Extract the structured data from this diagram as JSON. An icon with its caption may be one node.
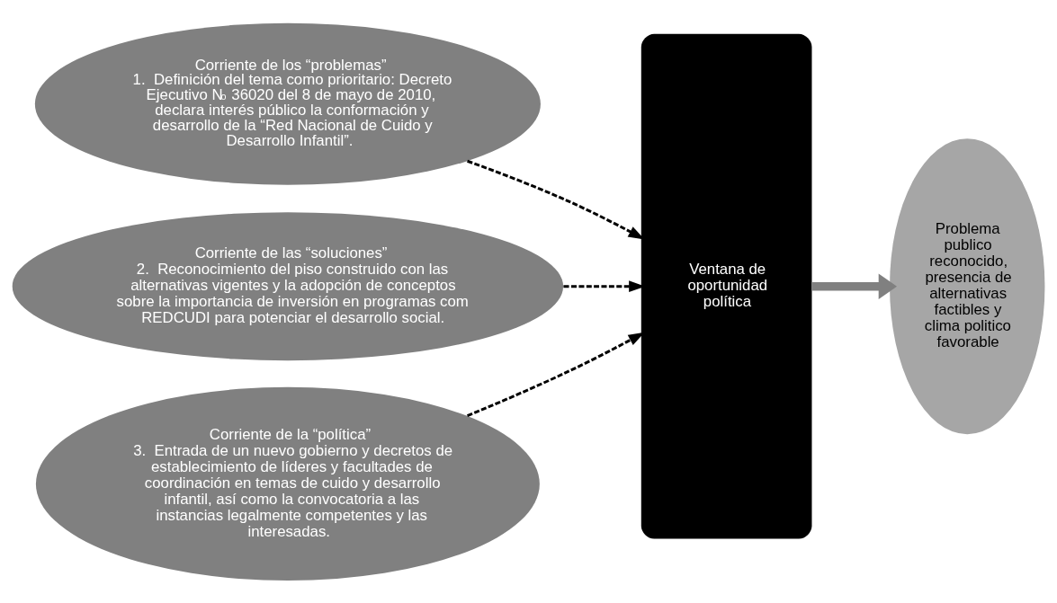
{
  "diagram": {
    "nodes": [
      {
        "text": [
          "Corriente de los “problemas”",
          "1.  Definición del tema como prioritario: Decreto Ejecutivo N$^{o}$ 36020 del 8 de mayo de 2010, declara interés público la conformación y desarrollo de la “Red Nacional de Cuido y Desarrollo Infantil”."
        ]
      },
      {
        "text": [
          "Corriente de las “soluciones”",
          "2.  Reconocimiento del piso construido con las alternativas vigentes y la adopción de conceptos sobre la importancia de inversión en programas com REDCUDI para potenciar el desarrollo social."
        ]
      },
      {
        "text": [
          "Corriente de la “política”",
          "3.  Entrada de un nuevo gobierno y decretos de establecimiento de líderes y facultades de coordinación en temas de cuido y desarrollo infantil, así como la convocatoria a las instancias legalmente competentes y las interesadas."
        ]
      },
      {
        "text": [
          "Ventana de oportunidad política"
        ]
      },
      {
        "text": [
          "Problema publico reconocido, presencia de alternativas factibles y clima politico favorable"
        ]
      }
    ],
    "edges": [
      {
        "from": 0,
        "to": 3,
        "arrow": "to",
        "style": "dashed"
      },
      {
        "from": 1,
        "to": 3,
        "arrow": "to",
        "style": "dashed"
      },
      {
        "from": 2,
        "to": 3,
        "arrow": "to",
        "style": "dashed"
      },
      {
        "from": 3,
        "to": 4,
        "arrow": "to",
        "style": "thick",
        "color": "#808080"
      }
    ]
  }
}
